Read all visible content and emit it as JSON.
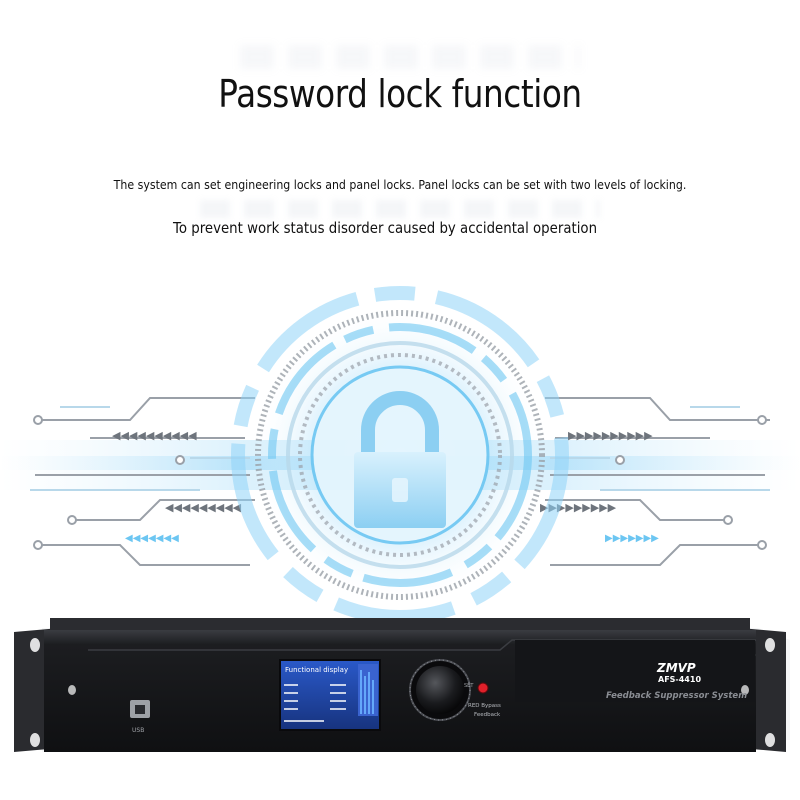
{
  "headline": "Password lock function",
  "line1": "The system can set engineering locks and panel locks. Panel locks can be set with two levels of locking.",
  "line2": "To prevent work status disorder caused by accidental operation",
  "device": {
    "brand_logo": "ZMVP",
    "model": "AFS-4410",
    "system_label": "Feedback Suppressor System",
    "screen_title": "Functional display",
    "led_label_red": "RED Bypass",
    "led_label_feedback": "Feedback",
    "knob_label": "SET",
    "usb_label": "USB"
  },
  "colors": {
    "hologram": "#6cc6f2",
    "circuit": "#9aa0a8",
    "chassis": "#1b1c1f",
    "led": "#e0202a",
    "screen": "#1f3f8f"
  },
  "icons": [
    "padlock-icon",
    "usb-icon",
    "knob-icon"
  ]
}
